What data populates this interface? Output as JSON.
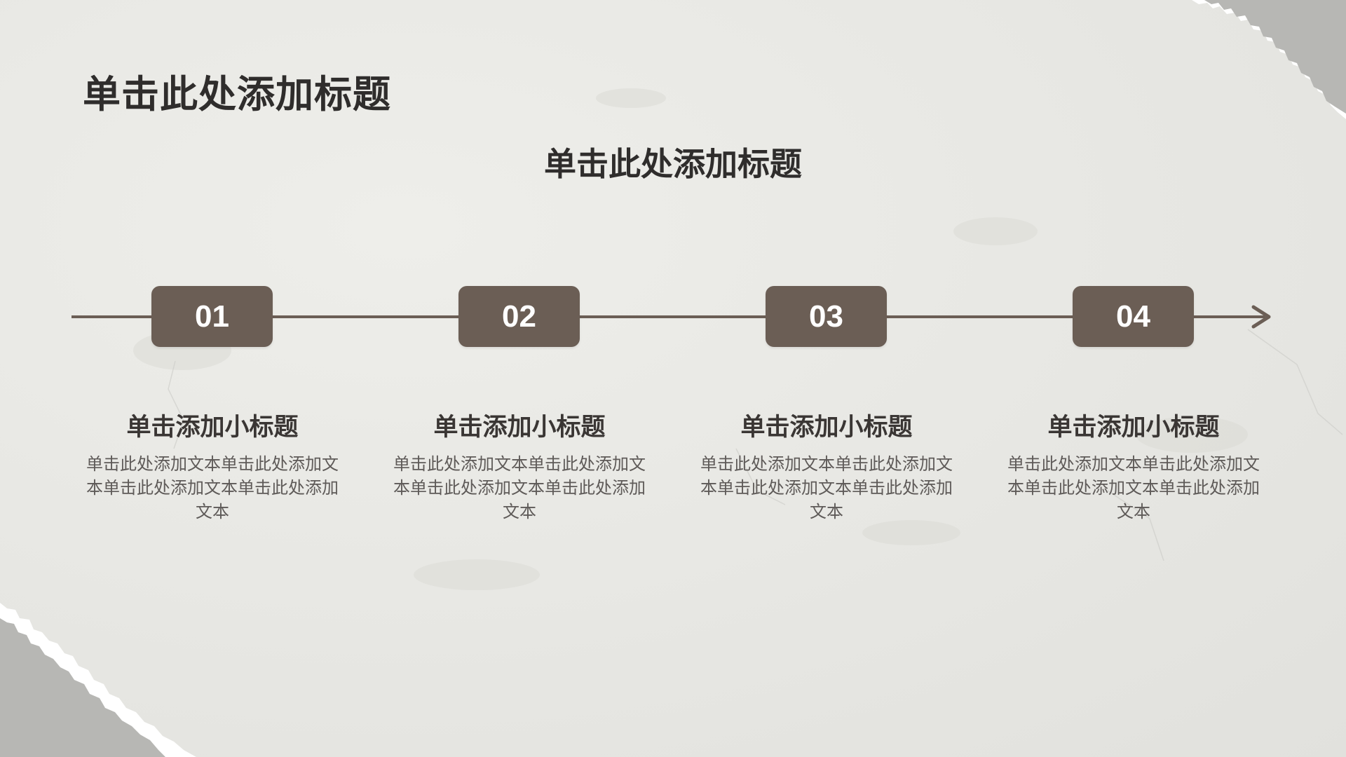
{
  "slide": {
    "title": "单击此处添加标题",
    "subtitle": "单击此处添加标题"
  },
  "colors": {
    "background": "#e9e9e5",
    "accent_box": "#6b5e55",
    "timeline_line": "#6b5e55",
    "title_text": "#2f2d2c",
    "body_text": "#5e5a58",
    "torn_paper_gray": "#b5b5b2"
  },
  "steps": [
    {
      "number": "01",
      "heading": "单击添加小标题",
      "body": "单击此处添加文本单击此处添加文本单击此处添加文本单击此处添加文本"
    },
    {
      "number": "02",
      "heading": "单击添加小标题",
      "body": "单击此处添加文本单击此处添加文本单击此处添加文本单击此处添加文本"
    },
    {
      "number": "03",
      "heading": "单击添加小标题",
      "body": "单击此处添加文本单击此处添加文本单击此处添加文本单击此处添加文本"
    },
    {
      "number": "04",
      "heading": "单击添加小标题",
      "body": "单击此处添加文本单击此处添加文本单击此处添加文本单击此处添加文本"
    }
  ],
  "icons": {
    "timeline_end": "arrow-right-icon"
  }
}
